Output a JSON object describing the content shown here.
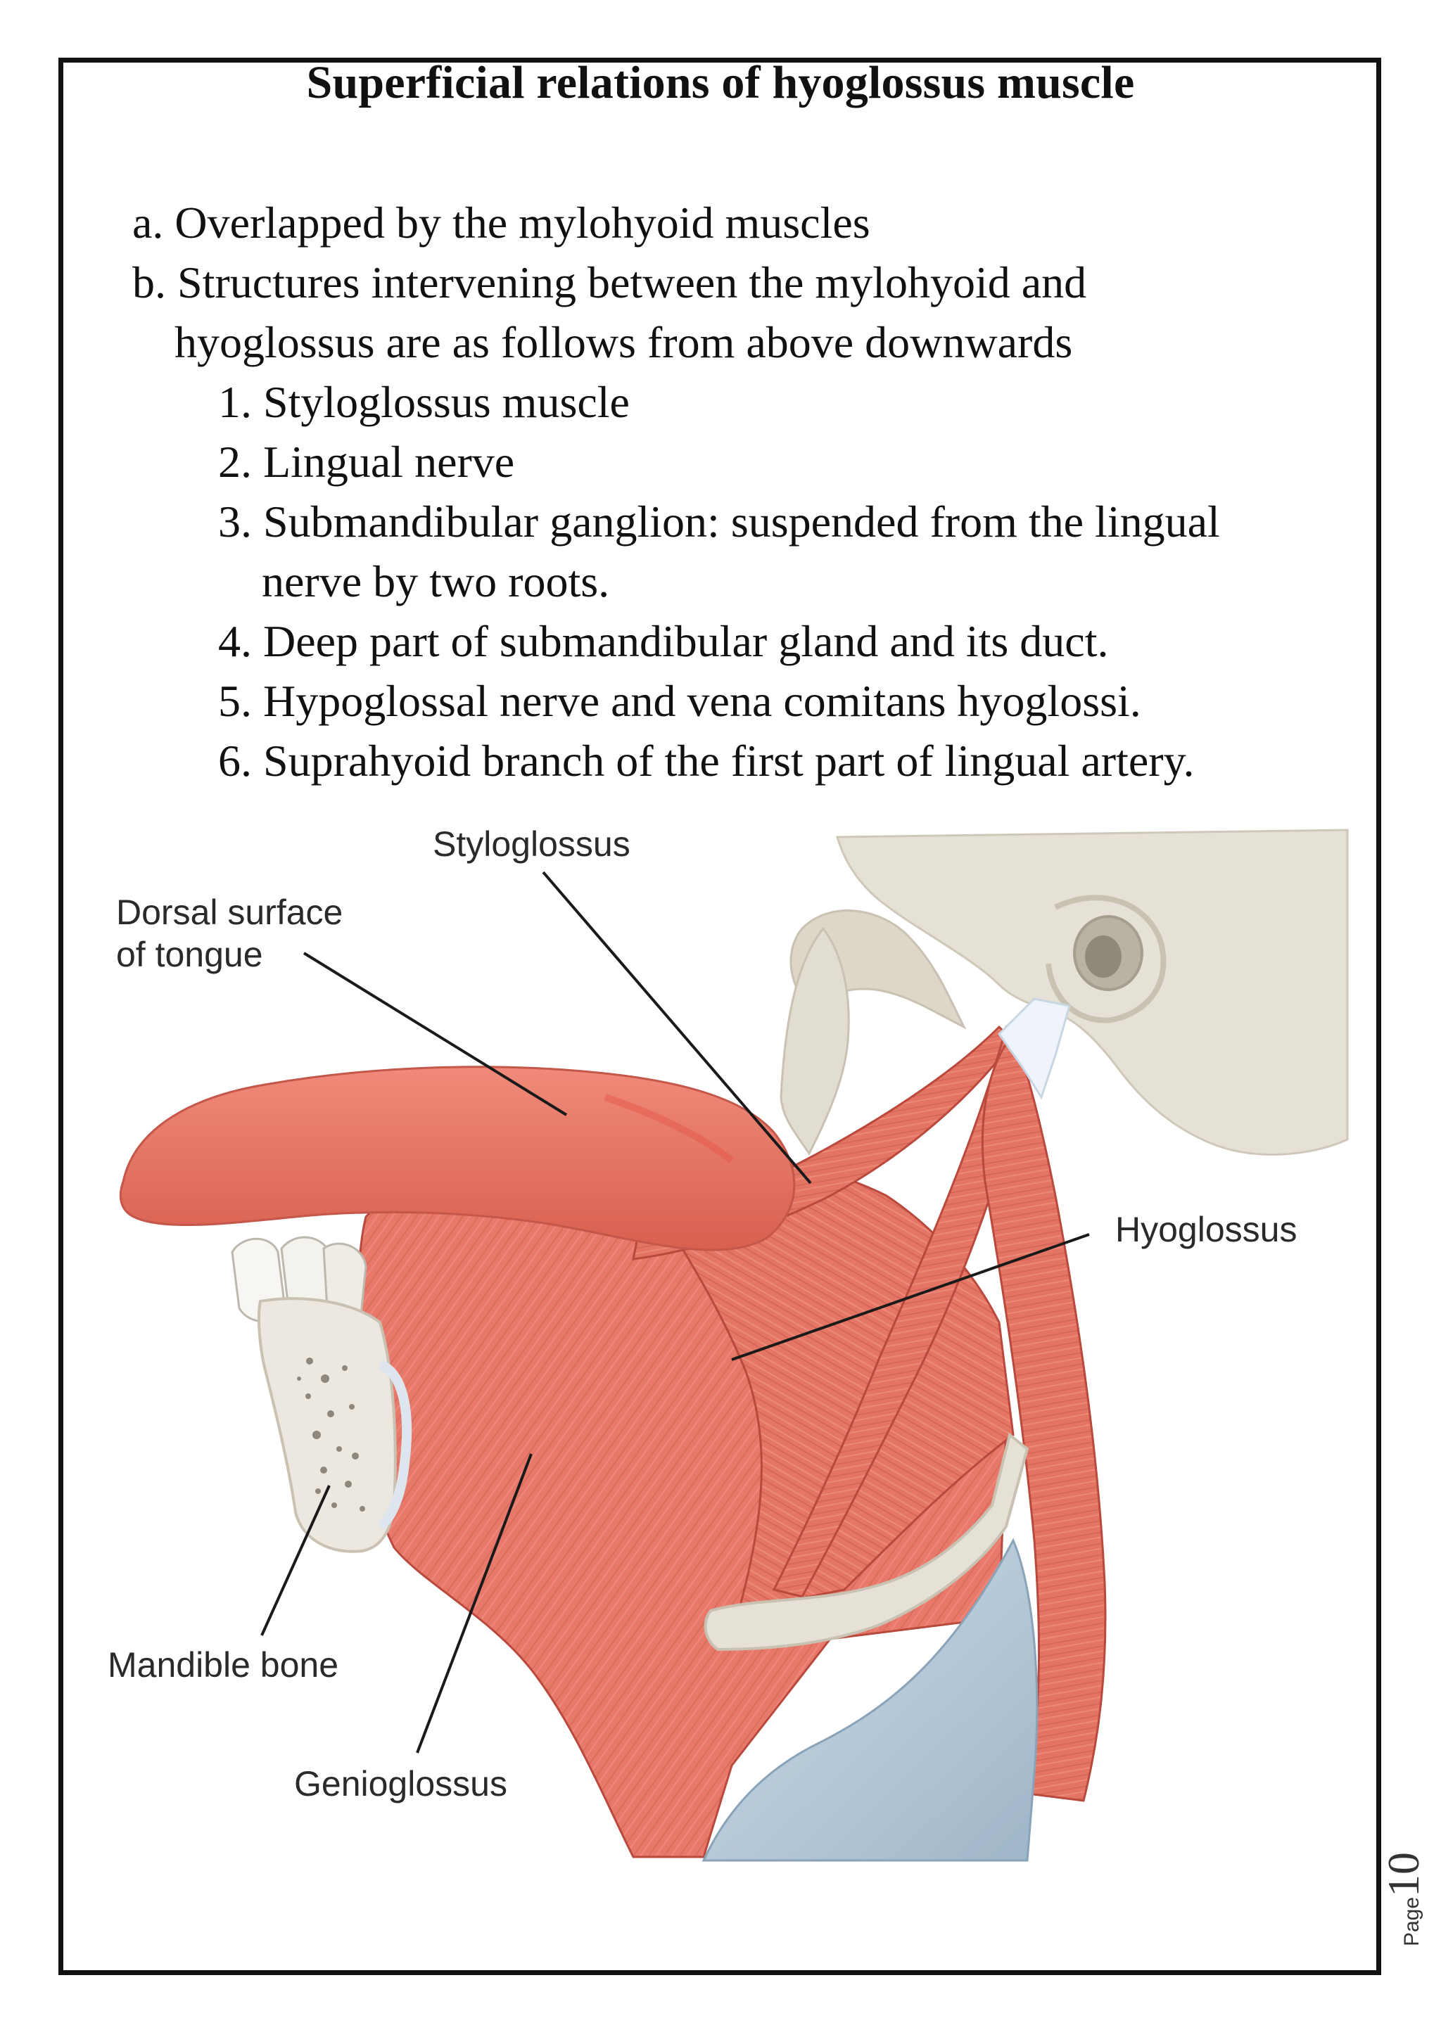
{
  "title": "Superficial relations of hyoglossus muscle",
  "items": [
    {
      "marker": "a.",
      "text": "Overlapped by the mylohyoid muscles"
    },
    {
      "marker": "b.",
      "text": "Structures intervening between the mylohyoid and",
      "continuation": "hyoglossus are as follows from above downwards"
    }
  ],
  "sub_items": [
    {
      "marker": "1.",
      "text": "Styloglossus muscle"
    },
    {
      "marker": "2.",
      "text": "Lingual nerve"
    },
    {
      "marker": "3.",
      "text": "Submandibular ganglion: suspended from the lingual",
      "continuation": "nerve by two roots."
    },
    {
      "marker": "4.",
      "text": "Deep part of submandibular gland and its duct."
    },
    {
      "marker": "5.",
      "text": "Hypoglossal nerve and vena comitans hyoglossi."
    },
    {
      "marker": "6.",
      "text": "Suprahyoid branch of the first part of lingual artery."
    }
  ],
  "diagram": {
    "labels": {
      "styloglossus": "Styloglossus",
      "dorsal_surface_line1": "Dorsal surface",
      "dorsal_surface_line2": "of tongue",
      "hyoglossus": "Hyoglossus",
      "mandible": "Mandible bone",
      "genioglossus": "Genioglossus"
    },
    "colors": {
      "muscle": "#e8796a",
      "muscle_dark": "#c85a4c",
      "bone": "#e6e1d6",
      "cartilage": "#b8ccd9",
      "tendon": "#eef4fa"
    }
  },
  "footer": {
    "page_word": "Page",
    "page_number": "10"
  }
}
